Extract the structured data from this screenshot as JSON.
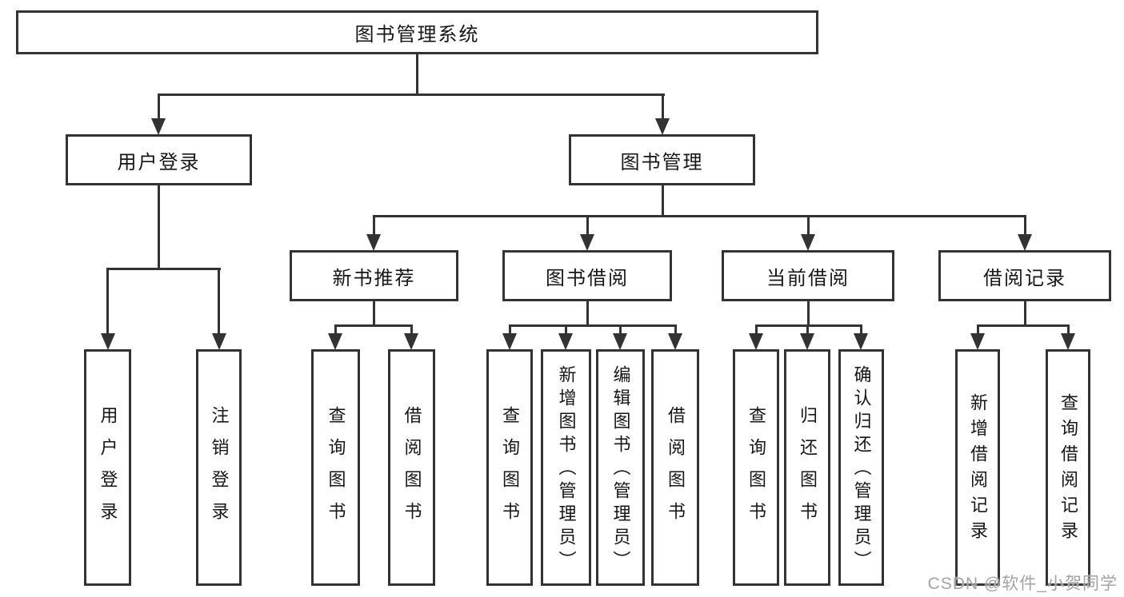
{
  "colors": {
    "line": "#333333",
    "box_border": "#333333",
    "box_fill": "#ffffff",
    "text": "#161616",
    "watermark": "#a3a3a3"
  },
  "root": {
    "label": "图书管理系统"
  },
  "branches": [
    {
      "label": "用户登录",
      "children": [
        {
          "label": "用户登录"
        },
        {
          "label": "注销登录"
        }
      ]
    },
    {
      "label": "图书管理",
      "children": [
        {
          "label": "新书推荐",
          "children": [
            {
              "label": "查询图书"
            },
            {
              "label": "借阅图书"
            }
          ]
        },
        {
          "label": "图书借阅",
          "children": [
            {
              "label": "查询图书"
            },
            {
              "label": "新增图书（管理员）"
            },
            {
              "label": "编辑图书（管理员）"
            },
            {
              "label": "借阅图书"
            }
          ]
        },
        {
          "label": "当前借阅",
          "children": [
            {
              "label": "查询图书"
            },
            {
              "label": "归还图书"
            },
            {
              "label": "确认归还（管理员）"
            }
          ]
        },
        {
          "label": "借阅记录",
          "children": [
            {
              "label": "新增借阅记录"
            },
            {
              "label": "查询借阅记录"
            }
          ]
        }
      ]
    }
  ],
  "watermark": "CSDN @软件_小贺同学"
}
